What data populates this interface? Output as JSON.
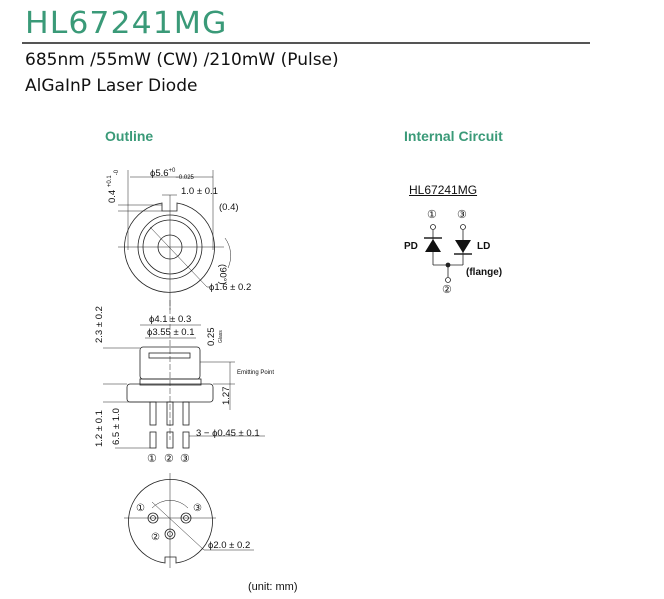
{
  "header": {
    "title": "HL67241MG",
    "subtitle1": "685nm /55mW (CW) /210mW (Pulse)",
    "subtitle2": "AlGaInP Laser Diode"
  },
  "outline": {
    "heading": "Outline",
    "top_view": {
      "dia": "ϕ5.6",
      "dia_tol_upper": "+0",
      "dia_tol_lower": "−0.025",
      "notch_width": "1.0 ± 0.1",
      "notch_depth": "(0.4)",
      "notch_height": "0.4",
      "notch_height_tol_upper": "+0.1",
      "notch_height_tol_lower": "-0",
      "angle": "(90°)",
      "window_dia": "ϕ1.6 ± 0.2"
    },
    "side_view": {
      "cap_dia": "ϕ4.1 ± 0.3",
      "window_dia": "ϕ3.55 ± 0.1",
      "glass_thickness": "0.25",
      "glass_label": "Glass",
      "emitting_point": "Emitting Point",
      "emit_height": "1.27",
      "cap_height": "2.3 ± 0.2",
      "flange_thickness": "1.2 ± 0.1",
      "pin_length": "6.5 ± 1.0",
      "pin_dia": "3 − ϕ0.45 ± 0.1",
      "pins": [
        "①",
        "②",
        "③"
      ]
    },
    "bottom_view": {
      "pin_circle": "ϕ2.0 ± 0.2",
      "pins": [
        "①",
        "②",
        "③"
      ]
    },
    "unit": "(unit: mm)"
  },
  "circuit": {
    "heading": "Internal Circuit",
    "part": "HL67241MG",
    "pin1": "①",
    "pin3": "③",
    "pin2": "②",
    "pd": "PD",
    "ld": "LD",
    "flange": "(flange)"
  },
  "colors": {
    "accent": "#3a9a78"
  }
}
